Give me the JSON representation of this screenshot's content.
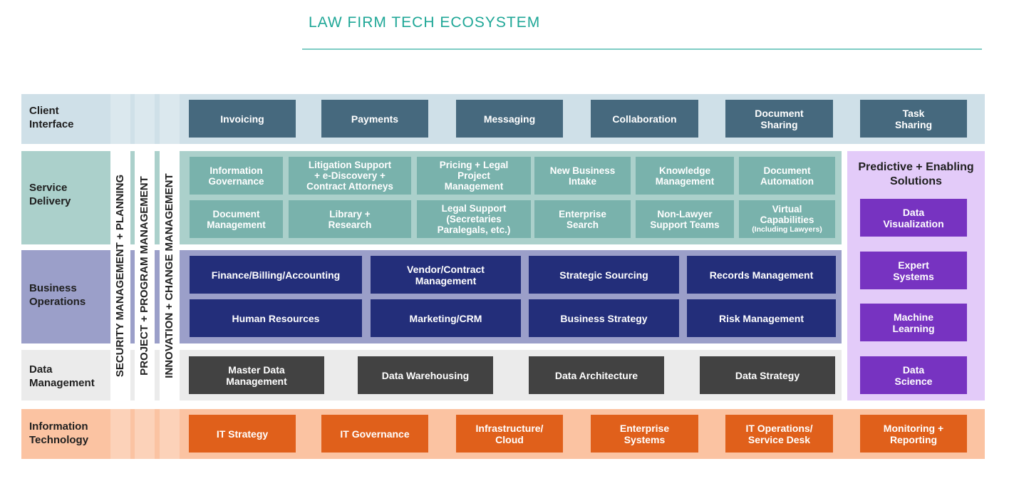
{
  "title": "LAW FIRM TECH ECOSYSTEM",
  "layers": {
    "client_interface": {
      "label": "Client\nInterface",
      "items": [
        "Invoicing",
        "Payments",
        "Messaging",
        "Collaboration",
        "Document\nSharing",
        "Task\nSharing"
      ]
    },
    "service_delivery": {
      "label": "Service\nDelivery",
      "items_row1": [
        "Information\nGovernance",
        "Litigation Support\n+ e-Discovery +\nContract Attorneys",
        "Pricing + Legal\nProject\nManagement",
        "New Business\nIntake",
        "Knowledge\nManagement",
        "Document\nAutomation"
      ],
      "items_row2": [
        "Document\nManagement",
        "Library +\nResearch",
        "Legal Support\n(Secretaries\nParalegals, etc.)",
        "Enterprise\nSearch",
        "Non-Lawyer\nSupport Teams",
        "Virtual\nCapabilities"
      ],
      "virtual_note": "(Including Lawyers)"
    },
    "business_operations": {
      "label": "Business\nOperations",
      "items_row1": [
        "Finance/Billing/Accounting",
        "Vendor/Contract\nManagement",
        "Strategic Sourcing",
        "Records Management"
      ],
      "items_row2": [
        "Human Resources",
        "Marketing/CRM",
        "Business Strategy",
        "Risk Management"
      ]
    },
    "data_management": {
      "label": "Data\nManagement",
      "items": [
        "Master Data\nManagement",
        "Data Warehousing",
        "Data Architecture",
        "Data Strategy"
      ]
    },
    "information_technology": {
      "label": "Information\nTechnology",
      "items": [
        "IT Strategy",
        "IT Governance",
        "Infrastructure/\nCloud",
        "Enterprise\nSystems",
        "IT Operations/\nService Desk",
        "Monitoring +\nReporting"
      ]
    }
  },
  "vertical_columns": [
    "SECURITY MANAGEMENT + PLANNING",
    "PROJECT + PROGRAM MANAGEMENT",
    "INNOVATION + CHANGE MANAGEMENT"
  ],
  "predictive": {
    "title": "Predictive + Enabling\nSolutions",
    "items": [
      "Data\nVisualization",
      "Expert\nSystems",
      "Machine\nLearning",
      "Data\nScience"
    ]
  },
  "colors": {
    "title": "#1fa797",
    "client_band": "#cfe0e8",
    "client_box": "#46697e",
    "service_band": "#abd0cb",
    "service_box": "#79b2ac",
    "business_band": "#9b9fc9",
    "business_box": "#232e7a",
    "data_band": "#ebebeb",
    "data_box": "#424242",
    "it_band": "#fbc3a2",
    "it_box": "#e0601b",
    "predictive_bg": "#e3cbf9",
    "predictive_box": "#7733c1"
  }
}
